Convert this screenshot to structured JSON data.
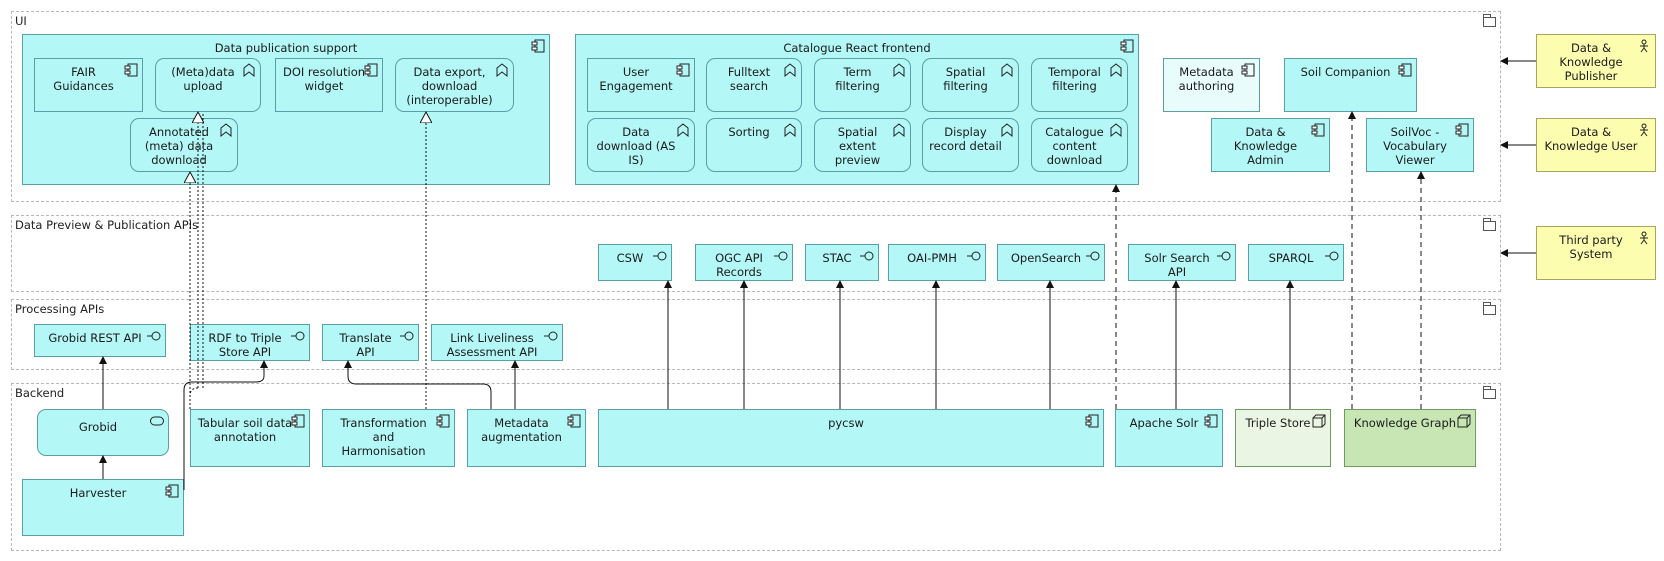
{
  "layers": {
    "ui": "UI",
    "apis": "Data Preview & Publication APIs",
    "processing": "Processing APIs",
    "backend": "Backend"
  },
  "groups": {
    "publication": "Data publication support",
    "catalogue": "Catalogue React frontend"
  },
  "ui_components": {
    "fair": "FAIR Guidances",
    "meta_upload": "(Meta)data upload",
    "doi": "DOI resolution widget",
    "export": "Data export, download (interoperable)",
    "annotated": "Annotated (meta) data download",
    "engagement": "User Engagement",
    "fulltext": "Fulltext search",
    "term": "Term filtering",
    "spatial": "Spatial filtering",
    "temporal": "Temporal filtering",
    "download": "Data download (AS IS)",
    "sorting": "Sorting",
    "extent": "Spatial extent preview",
    "display": "Display record detail",
    "content": "Catalogue content download",
    "metadata_authoring": "Metadata authoring",
    "soil_companion": "Soil Companion",
    "admin": "Data & Knowledge Admin",
    "soilvoc": "SoilVoc - Vocabulary Viewer"
  },
  "actors": {
    "publisher": "Data & Knowledge Publisher",
    "user": "Data & Knowledge User",
    "third_party": "Third party System"
  },
  "apis": {
    "csw": "CSW",
    "ogc": "OGC API Records",
    "stac": "STAC",
    "oai": "OAI-PMH",
    "opensearch": "OpenSearch",
    "solr_api": "Solr Search API",
    "sparql": "SPARQL"
  },
  "processing": {
    "grobid_api": "Grobid REST API",
    "rdf": "RDF to Triple Store API",
    "translate": "Translate API",
    "liveliness": "Link Liveliness Assessment API"
  },
  "backend": {
    "grobid": "Grobid",
    "tabular": "Tabular soil data annotation",
    "transformation": "Transformation and Harmonisation",
    "augmentation": "Metadata augmentation",
    "pycsw": "pycsw",
    "solr": "Apache Solr",
    "triple_store": "Triple Store",
    "knowledge_graph": "Knowledge Graph",
    "harvester": "Harvester"
  },
  "colors": {
    "application": "#b4f7f7",
    "application_border": "#5a9fa6",
    "node_light": "#eaf6e3",
    "node_dark": "#c8e6b4",
    "actor": "#fdfdb0"
  }
}
